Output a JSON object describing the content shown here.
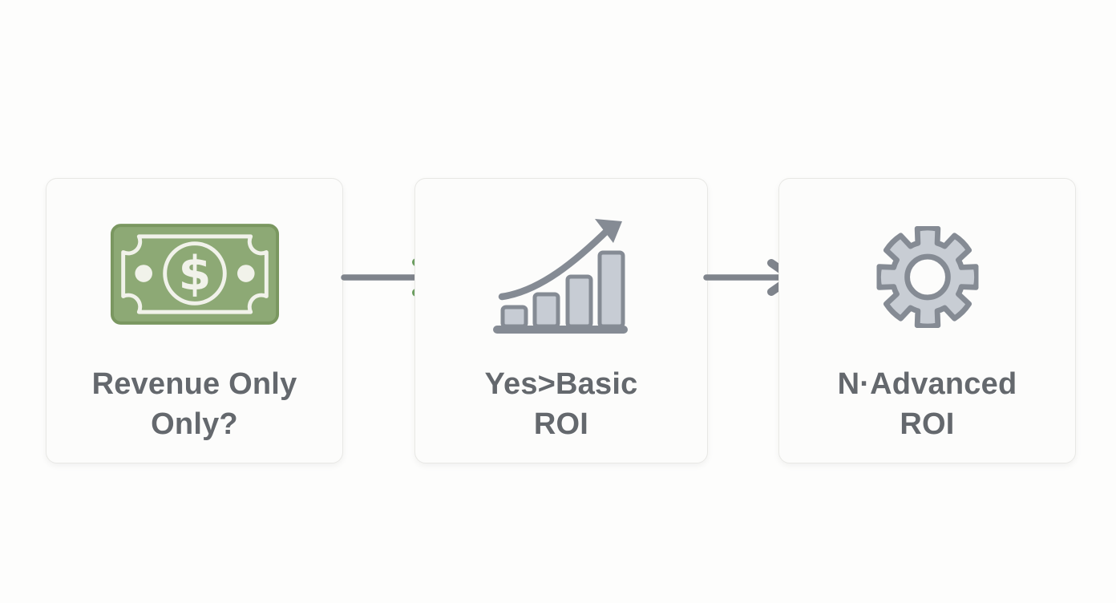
{
  "diagram": {
    "title": "",
    "steps": [
      {
        "id": "step-1",
        "icon": "banknote-icon",
        "label_line1": "Revenue Only",
        "label_line2": "Only?"
      },
      {
        "id": "step-2",
        "icon": "growth-chart-icon",
        "label_line1": "Yes>Basic",
        "label_line2": "ROI"
      },
      {
        "id": "step-3",
        "icon": "gear-icon",
        "label_line1": "N·Advanced",
        "label_line2": "ROI"
      }
    ],
    "connectors": [
      {
        "id": "arrow-1",
        "shaft_color": "#7f848c",
        "head_color": "#6ea162"
      },
      {
        "id": "arrow-2",
        "shaft_color": "#7f848c",
        "head_color": "#7f848c"
      }
    ]
  },
  "palette": {
    "page_background": "#fdfdfc",
    "card_background": "#fcfcfb",
    "card_border": "#e8e8e5",
    "label_text": "#64686d",
    "banknote_green": "#8da975",
    "banknote_green_dark": "#7a9760",
    "banknote_detail": "#f1f2ea",
    "icon_gray_fill": "#c7ccd4",
    "icon_gray_stroke": "#858b94",
    "arrow_gray": "#7f848c",
    "arrow_green": "#6ea162"
  }
}
